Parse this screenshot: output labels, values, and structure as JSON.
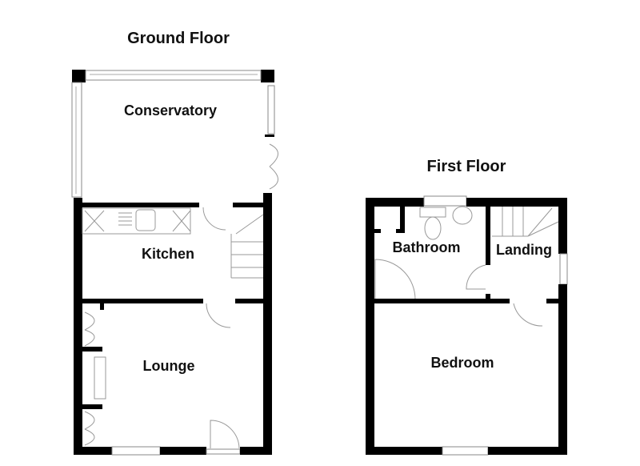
{
  "ground_floor": {
    "title": "Ground Floor",
    "rooms": {
      "conservatory": "Conservatory",
      "kitchen": "Kitchen",
      "lounge": "Lounge"
    }
  },
  "first_floor": {
    "title": "First Floor",
    "rooms": {
      "bathroom": "Bathroom",
      "landing": "Landing",
      "bedroom": "Bedroom"
    }
  }
}
